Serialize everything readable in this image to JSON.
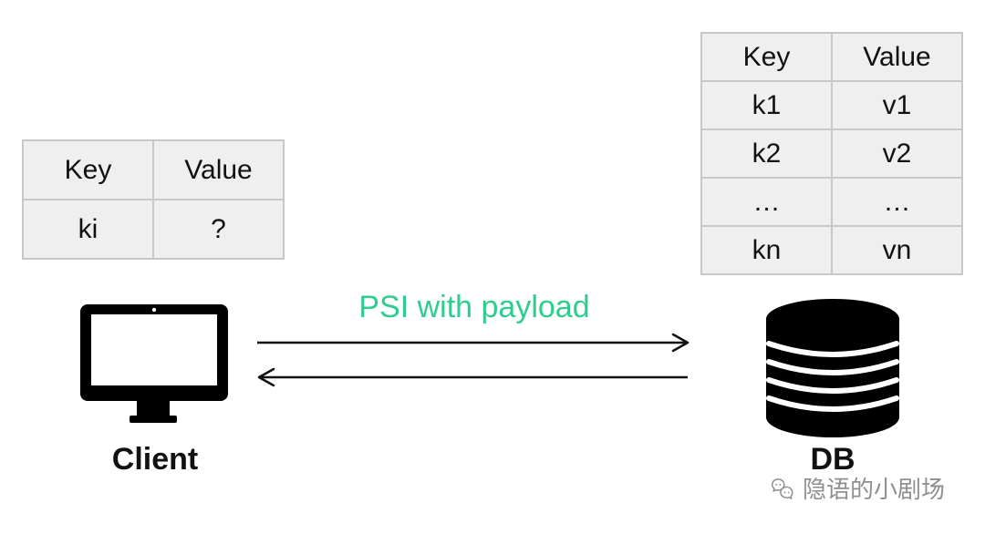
{
  "client": {
    "label": "Client",
    "table": {
      "headers": [
        "Key",
        "Value"
      ],
      "rows": [
        [
          "ki",
          "?"
        ]
      ]
    }
  },
  "db": {
    "label": "DB",
    "table": {
      "headers": [
        "Key",
        "Value"
      ],
      "rows": [
        [
          "k1",
          "v1"
        ],
        [
          "k2",
          "v2"
        ],
        [
          "…",
          "…"
        ],
        [
          "kn",
          "vn"
        ]
      ]
    }
  },
  "protocol": {
    "label": "PSI with payload",
    "color": "#2ecc8f"
  },
  "watermark": {
    "text": "隐语的小剧场",
    "icon": "chat-bubbles-icon"
  },
  "icons": {
    "client": "monitor-icon",
    "db": "database-icon"
  }
}
